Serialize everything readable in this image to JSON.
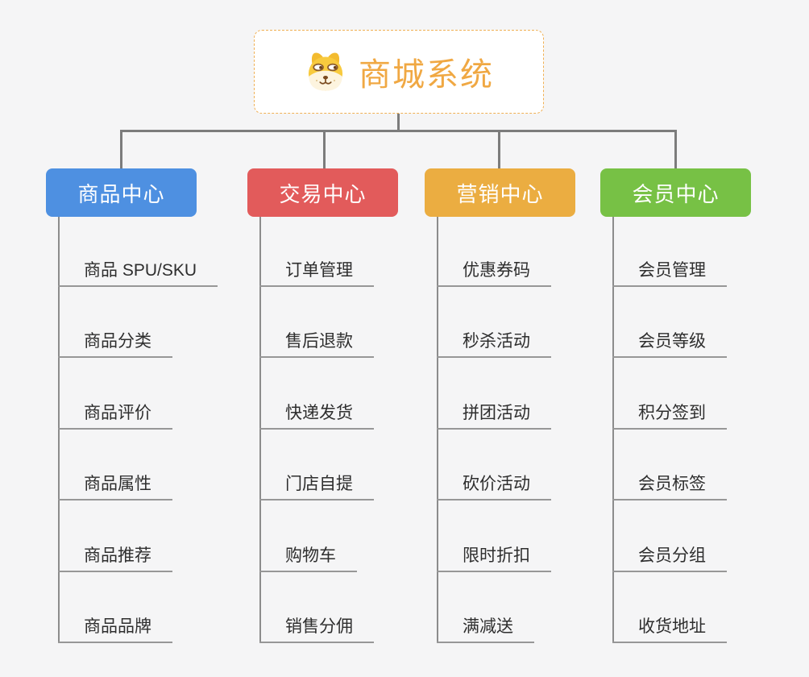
{
  "root": {
    "title": "商城系统",
    "icon": "dog-face"
  },
  "branches": [
    {
      "label": "商品中心",
      "color": "#4e90e1",
      "items": [
        "商品 SPU/SKU",
        "商品分类",
        "商品评价",
        "商品属性",
        "商品推荐",
        "商品品牌"
      ]
    },
    {
      "label": "交易中心",
      "color": "#e25b5b",
      "items": [
        "订单管理",
        "售后退款",
        "快递发货",
        "门店自提",
        "购物车",
        "销售分佣"
      ]
    },
    {
      "label": "营销中心",
      "color": "#ebad41",
      "items": [
        "优惠券码",
        "秒杀活动",
        "拼团活动",
        "砍价活动",
        "限时折扣",
        "满减送"
      ]
    },
    {
      "label": "会员中心",
      "color": "#77c145",
      "items": [
        "会员管理",
        "会员等级",
        "积分签到",
        "会员标签",
        "会员分组",
        "收货地址"
      ]
    }
  ],
  "colors": {
    "background": "#f5f5f6",
    "connector": "#7c7c7c",
    "leaf_underline": "#979797",
    "leaf_text": "#2e2e2e",
    "root_accent": "#f0a843",
    "root_border": "#f0b054"
  }
}
